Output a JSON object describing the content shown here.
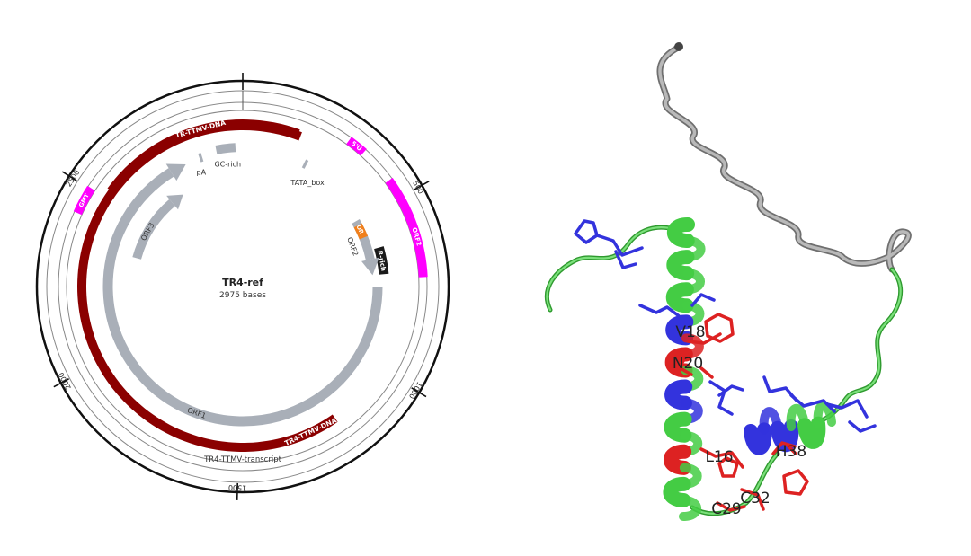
{
  "plasmid": {
    "name": "TR4-ref",
    "size_label": "2975 bases",
    "ticks": [
      {
        "pos": 0,
        "label": ""
      },
      {
        "pos": 500,
        "label": "500"
      },
      {
        "pos": 1000,
        "label": "1000"
      },
      {
        "pos": 1500,
        "label": "1500"
      },
      {
        "pos": 2000,
        "label": "2000"
      },
      {
        "pos": 2500,
        "label": "2500"
      }
    ],
    "features": [
      {
        "label": "TR-TTMV-DNA",
        "color": "#8b0000",
        "kind": "band"
      },
      {
        "label": "TR4-TTMV-DNA",
        "color": "#8b0000",
        "kind": "band"
      },
      {
        "label": "5'U",
        "color": "#ff00ff",
        "kind": "band"
      },
      {
        "label": "ORF2",
        "color": "#ff00ff",
        "kind": "band"
      },
      {
        "label": "GMT",
        "color": "#ff00ff",
        "kind": "band"
      },
      {
        "label": "ORF1",
        "color": "#a9afb8",
        "kind": "arrow"
      },
      {
        "label": "ORF2",
        "color": "#a9afb8",
        "kind": "arrow"
      },
      {
        "label": "ORF3",
        "color": "#a9afb8",
        "kind": "arrow"
      },
      {
        "label": "OR",
        "color": "#f07f1b",
        "kind": "arrow"
      },
      {
        "label": "R-rich",
        "color": "#1a1a1a",
        "kind": "band"
      },
      {
        "label": "pA",
        "color": "#a9afb8",
        "kind": "marker"
      },
      {
        "label": "GC-rich",
        "color": "#a9afb8",
        "kind": "marker"
      },
      {
        "label": "TATA_box",
        "color": "#a9afb8",
        "kind": "marker"
      }
    ],
    "transcript_label": "TR4-TTMV-transcript"
  },
  "protein": {
    "colors": {
      "helix": "#44cc44",
      "basic": "#3333dd",
      "acidic": "#dd2222",
      "coil": "#aaaaaa"
    },
    "residue_labels": [
      "V18",
      "N20",
      "L16",
      "H38",
      "C29",
      "C32"
    ]
  }
}
